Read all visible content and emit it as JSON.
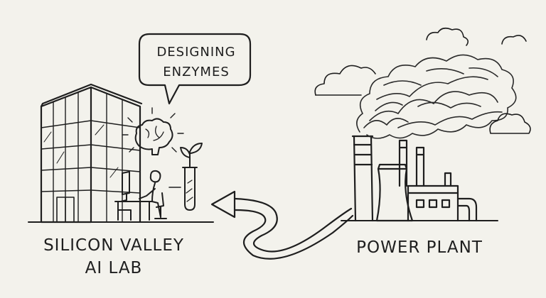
{
  "bubble": {
    "text_line1": "DESIGNING",
    "text_line2": "ENZYMES"
  },
  "lab": {
    "label_line1": "SILICON VALLEY",
    "label_line2": "AI LAB"
  },
  "plant": {
    "label": "POWER PLANT"
  },
  "colors": {
    "background": "#f3f2ec",
    "ink": "#1e1e1e",
    "smoke": "#2a2a2a"
  }
}
